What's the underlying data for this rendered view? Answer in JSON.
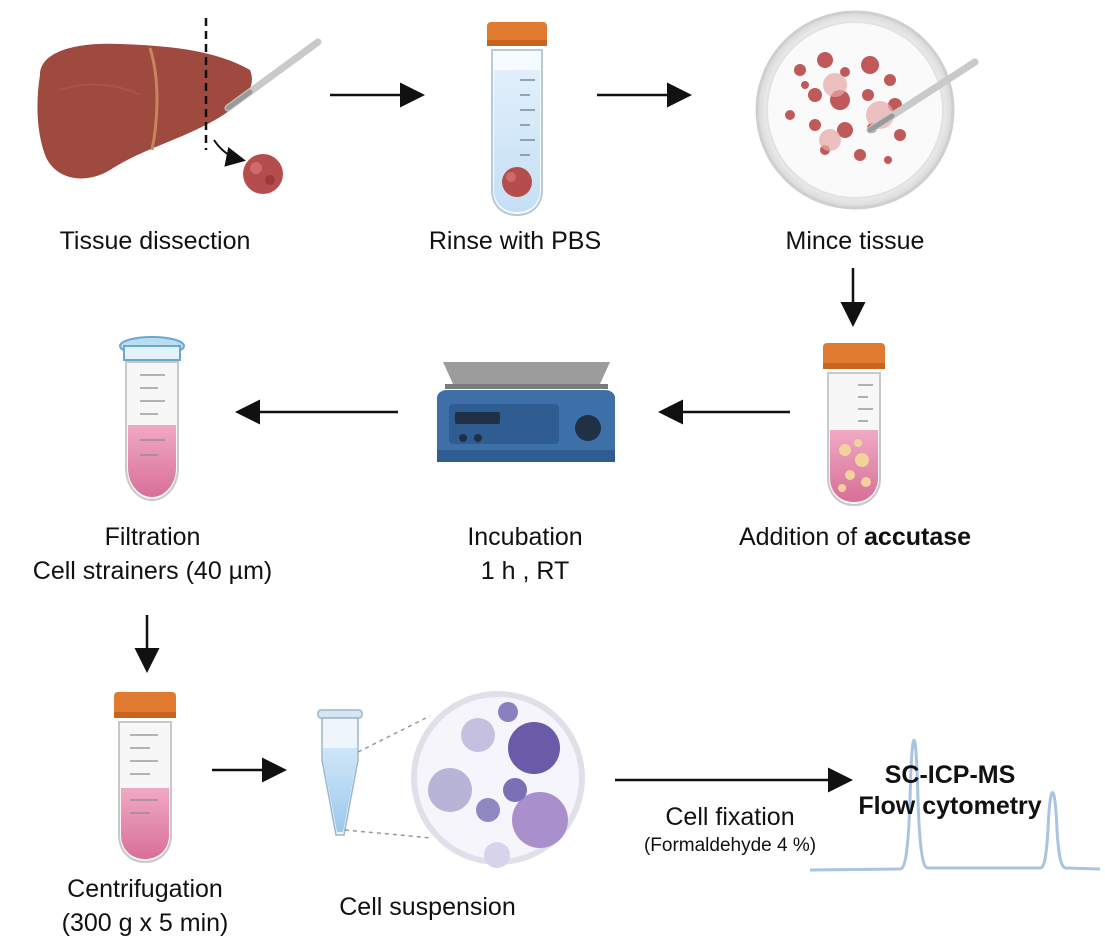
{
  "steps": {
    "tissue_dissection": "Tissue dissection",
    "rinse": "Rinse with PBS",
    "mince": "Mince tissue",
    "addition_prefix": "Addition of",
    "addition_reagent": "accutase",
    "incubation": "Incubation",
    "incubation_detail": "1 h , RT",
    "filtration": "Filtration",
    "filtration_detail": "Cell strainers (40 µm)",
    "centrifugation": "Centrifugation",
    "centrifugation_detail": "(300 g x 5 min)",
    "cell_suspension": "Cell suspension",
    "cell_fixation": "Cell fixation",
    "cell_fixation_detail": "(Formaldehyde 4 %)"
  },
  "outputs": {
    "method_1": "SC-ICP-MS",
    "method_2": "Flow cytometry"
  },
  "colors": {
    "liver": "#9e4a3e",
    "tube_cap": "#e07a2e",
    "pink_liquid": "#e58fb0",
    "incubator": "#3d6fa8",
    "signal": "#a9c4e3"
  }
}
